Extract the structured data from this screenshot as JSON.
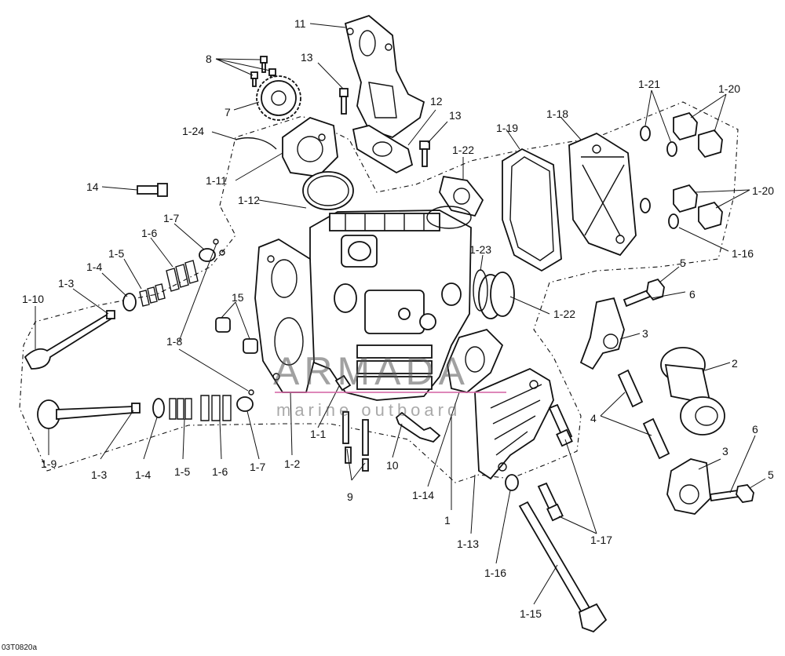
{
  "watermark": {
    "brand": "ARMADA",
    "tagline": "marine outboard",
    "logo_color": "#d76aa8"
  },
  "figure_code": "03T0820a",
  "callouts": [
    "11",
    "8",
    "13",
    "7",
    "12",
    "13",
    "1-24",
    "1-11",
    "14",
    "1-12",
    "1-19",
    "1-18",
    "1-21",
    "1-20",
    "1-22",
    "1-20",
    "1-7",
    "1-6",
    "1-5",
    "1-4",
    "1-3",
    "1-10",
    "1-23",
    "1-16",
    "5",
    "6",
    "15",
    "1-22",
    "3",
    "1-8",
    "2",
    "4",
    "1-1",
    "1-9",
    "1-3",
    "1-4",
    "1-5",
    "1-6",
    "1-7",
    "1-2",
    "9",
    "10",
    "1-14",
    "1",
    "6",
    "3",
    "5",
    "1-13",
    "1-16",
    "1-17",
    "1-15"
  ]
}
